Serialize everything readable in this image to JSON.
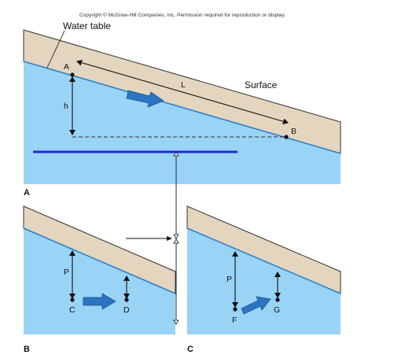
{
  "copyright": "Copyright © McGraw-Hill Companies, Inc. Permission required for reproduction or display.",
  "colors": {
    "ground": "#e4d5bf",
    "water": "#99d3f5",
    "water_table_line": "#2a7fc9",
    "outline": "#333333",
    "flow_arrow": "#2a74c2",
    "horizontal_bar": "#1a2ed6",
    "dashed_line": "#333333"
  },
  "panel_a": {
    "label": "A",
    "water_table_label": "Water table",
    "surface_label": "Surface",
    "point_a": "A",
    "point_b": "B",
    "head_label": "h",
    "length_label": "L"
  },
  "panel_b": {
    "label": "B",
    "point_c": "C",
    "point_d": "D",
    "pressure_label": "P"
  },
  "panel_c": {
    "label": "C",
    "point_f": "F",
    "point_g": "G",
    "pressure_label": "P"
  },
  "icons": {
    "flow": "flow-arrow-icon",
    "measure": "double-arrow-icon"
  }
}
